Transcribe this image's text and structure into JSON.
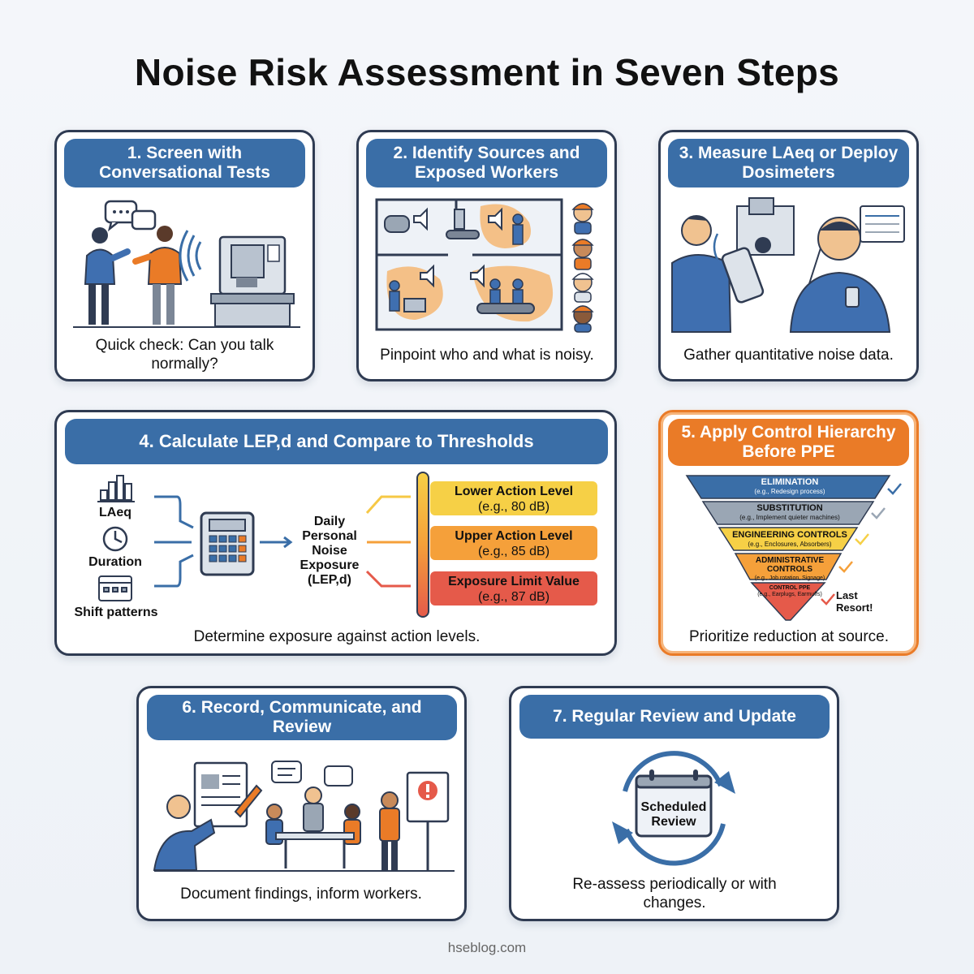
{
  "title": "Noise Risk Assessment in Seven Steps",
  "footer": "hseblog.com",
  "colors": {
    "banner_blue": "#3a6ea7",
    "accent_orange": "#ea7b27",
    "border_dark": "#2f3b52"
  },
  "steps": [
    {
      "title": "1. Screen with Conversational Tests",
      "caption": "Quick check: Can you talk normally?"
    },
    {
      "title": "2. Identify Sources and Exposed Workers",
      "caption": "Pinpoint who and what is noisy."
    },
    {
      "title": "3. Measure LAeq or Deploy Dosimeters",
      "caption": "Gather quantitative noise data."
    },
    {
      "title": "4. Calculate LEP,d and Compare to Thresholds",
      "caption": "Determine exposure against action levels."
    },
    {
      "title": "5. Apply Control Hierarchy Before PPE",
      "caption": "Prioritize reduction at source."
    },
    {
      "title": "6. Record, Communicate, and Review",
      "caption": "Document findings, inform workers."
    },
    {
      "title": "7. Regular Review and Update",
      "caption": "Re-assess periodically or with changes."
    }
  ],
  "step4": {
    "inputs": [
      "LAeq",
      "Duration",
      "Shift patterns"
    ],
    "output": "Daily Personal Noise Exposure (LEP,d)",
    "levels": [
      {
        "name": "Lower Action Level",
        "value": "(e.g., 80 dB)",
        "color": "#f6d046"
      },
      {
        "name": "Upper Action Level",
        "value": "(e.g., 85 dB)",
        "color": "#f5a03a"
      },
      {
        "name": "Exposure Limit Value",
        "value": "(e.g., 87 dB)",
        "color": "#e55a4a"
      }
    ]
  },
  "step5": {
    "tiers": [
      {
        "name": "ELIMINATION",
        "sub": "(e.g., Redesign process)",
        "color": "#3a6ea7"
      },
      {
        "name": "SUBSTITUTION",
        "sub": "(e.g., Implement quieter machines)",
        "color": "#9aa6b4"
      },
      {
        "name": "ENGINEERING CONTROLS",
        "sub": "(e.g., Enclosures, Absorbers)",
        "color": "#f6d046"
      },
      {
        "name": "ADMINISTRATIVE CONTROLS",
        "sub": "(e.g., Job rotation, Signage)",
        "color": "#f5a03a"
      },
      {
        "name": "CONTROL PPE",
        "sub": "(e.g., Earplugs, Earmuffs)",
        "color": "#e55a4a"
      }
    ],
    "last_resort": "Last Resort!"
  },
  "step7": {
    "calendar_label": "Scheduled Review"
  }
}
